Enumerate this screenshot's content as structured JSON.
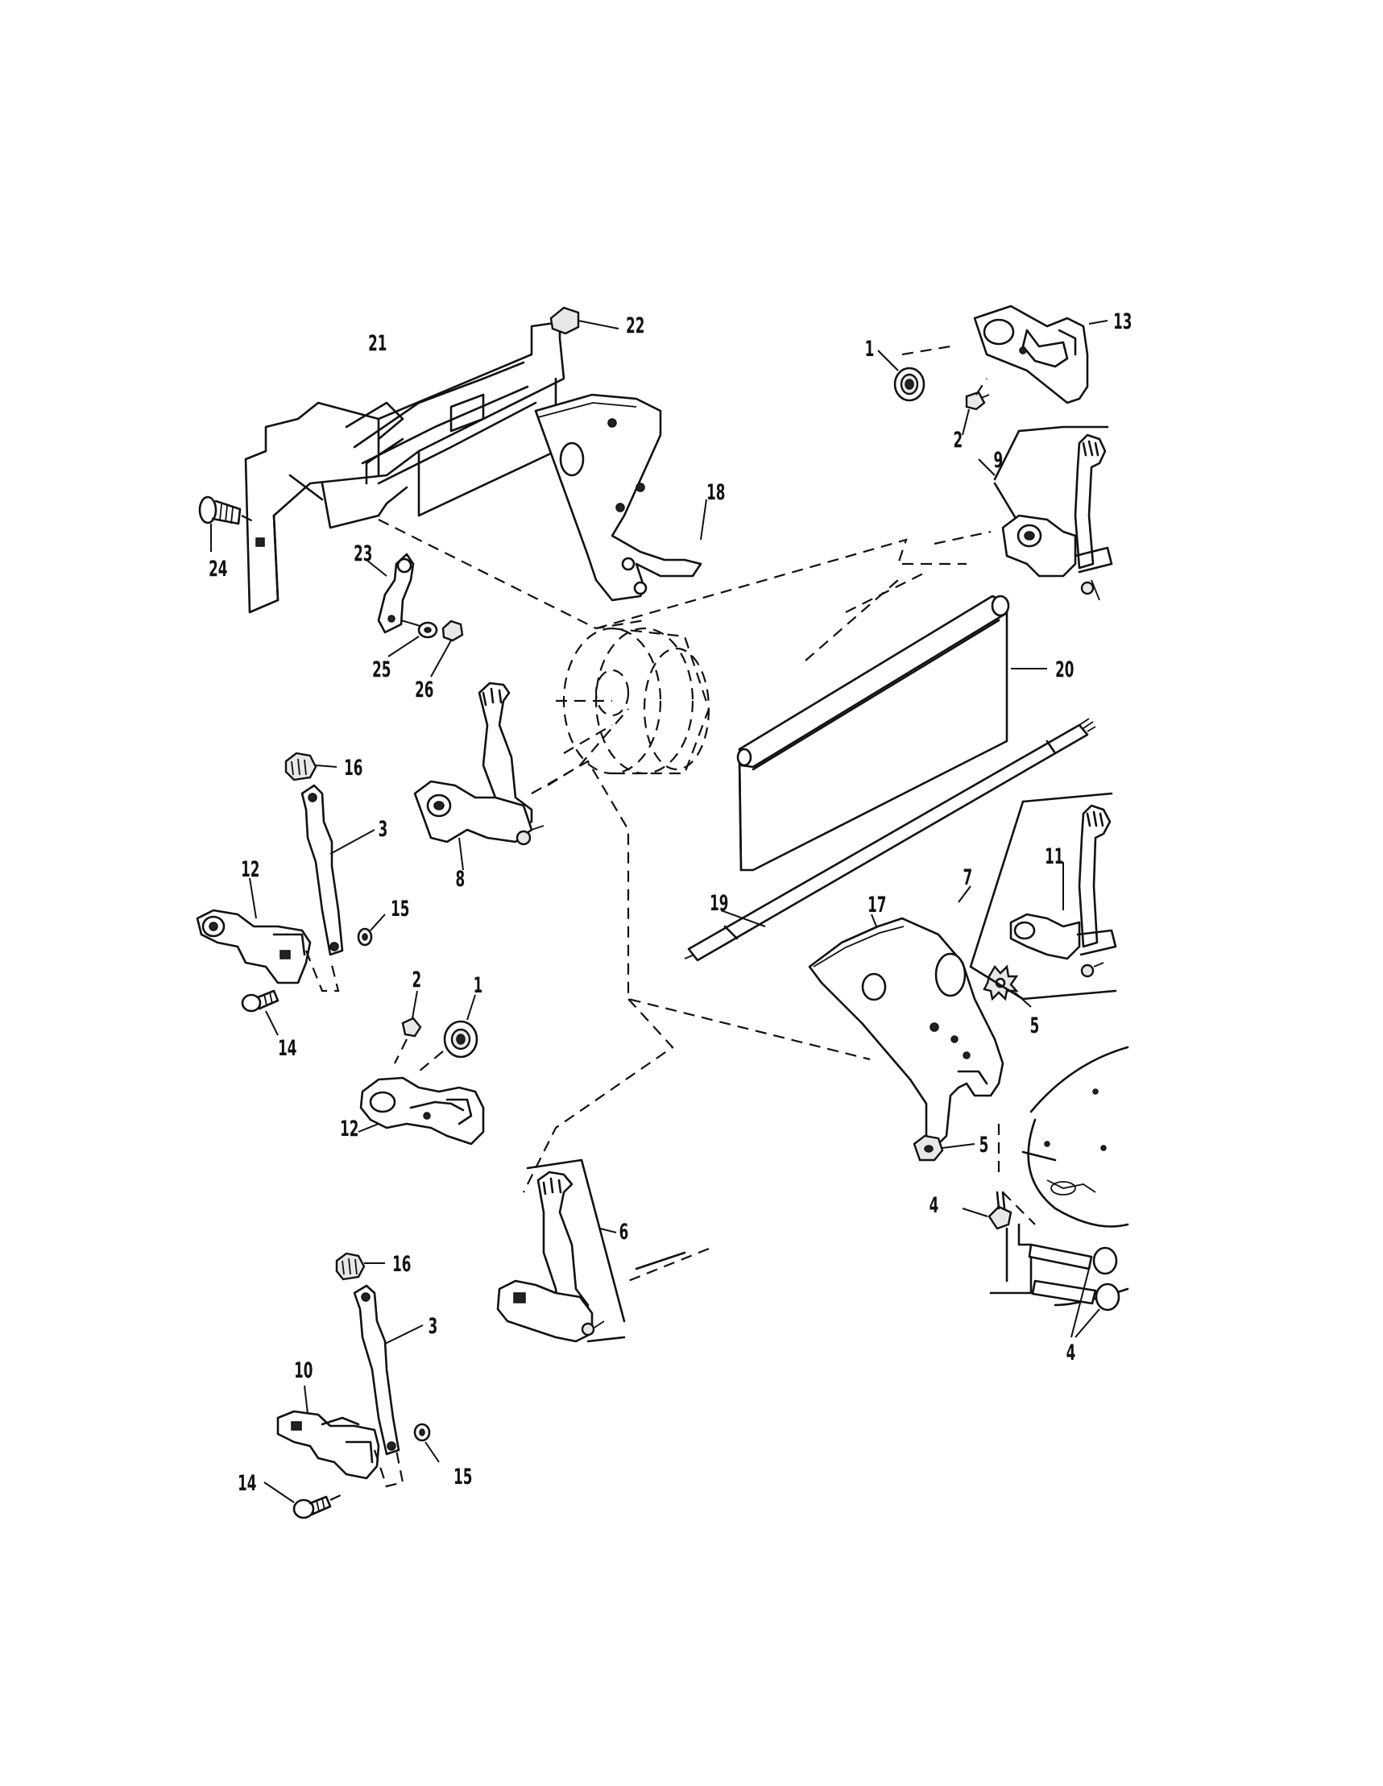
{
  "diagram": {
    "labels": {
      "c1a": "1",
      "c1b": "1",
      "c2a": "2",
      "c2b": "2",
      "c3a": "3",
      "c3b": "3",
      "c4a": "4",
      "c4b": "4",
      "c5a": "5",
      "c5b": "5",
      "c6": "6",
      "c7": "7",
      "c8": "8",
      "c9": "9",
      "c10": "10",
      "c11": "11",
      "c12a": "12",
      "c12b": "12",
      "c13": "13",
      "c14a": "14",
      "c14b": "14",
      "c15a": "15",
      "c15b": "15",
      "c16a": "16",
      "c16b": "16",
      "c17": "17",
      "c18": "18",
      "c19": "19",
      "c20": "20",
      "c21": "21",
      "c22": "22",
      "c23": "23",
      "c24": "24",
      "c25": "25",
      "c26": "26"
    }
  }
}
